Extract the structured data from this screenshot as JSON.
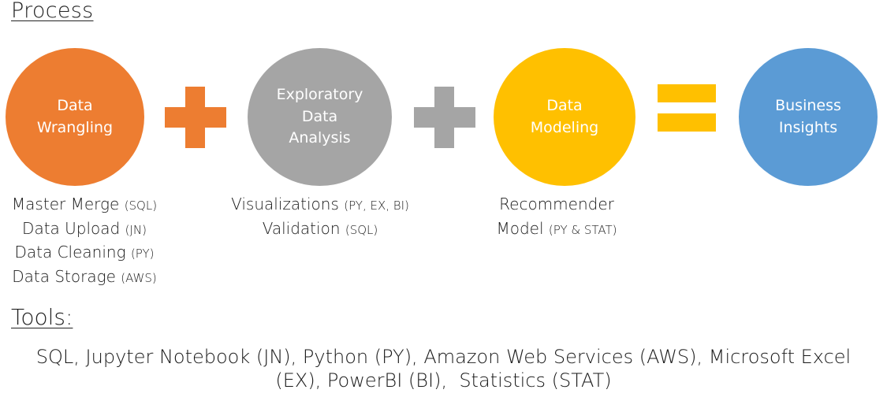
{
  "title": "Process",
  "colors": {
    "orange": "#ED7D31",
    "gray": "#A5A5A5",
    "yellow": "#FFC000",
    "blue": "#5B9BD5"
  },
  "stages": [
    {
      "lines": [
        "Data",
        "Wrangling"
      ]
    },
    {
      "lines": [
        "Exploratory",
        "Data",
        "Analysis"
      ]
    },
    {
      "lines": [
        "Data",
        "Modeling"
      ]
    },
    {
      "lines": [
        "Business",
        "Insights"
      ]
    }
  ],
  "operators": [
    "plus",
    "plus",
    "equals"
  ],
  "details": [
    [
      {
        "text": "Master Merge ",
        "tag": "(SQL)"
      },
      {
        "text": "Data Upload ",
        "tag": "(JN)"
      },
      {
        "text": "Data Cleaning ",
        "tag": "(PY)"
      },
      {
        "text": "Data Storage ",
        "tag": "(AWS)"
      }
    ],
    [
      {
        "text": "Visualizations ",
        "tag": "(PY, EX, BI)"
      },
      {
        "text": "Validation ",
        "tag": "(SQL)"
      }
    ],
    [
      {
        "text": "Recommender",
        "tag": ""
      },
      {
        "text": "Model ",
        "tag": "(PY & STAT)"
      }
    ]
  ],
  "tools": {
    "heading": "Tools:",
    "line1": "SQL, Jupyter Notebook (JN), Python (PY), Amazon Web Services (AWS), Microsoft Excel",
    "line2": "(EX), PowerBI (BI),  Statistics (STAT)"
  }
}
